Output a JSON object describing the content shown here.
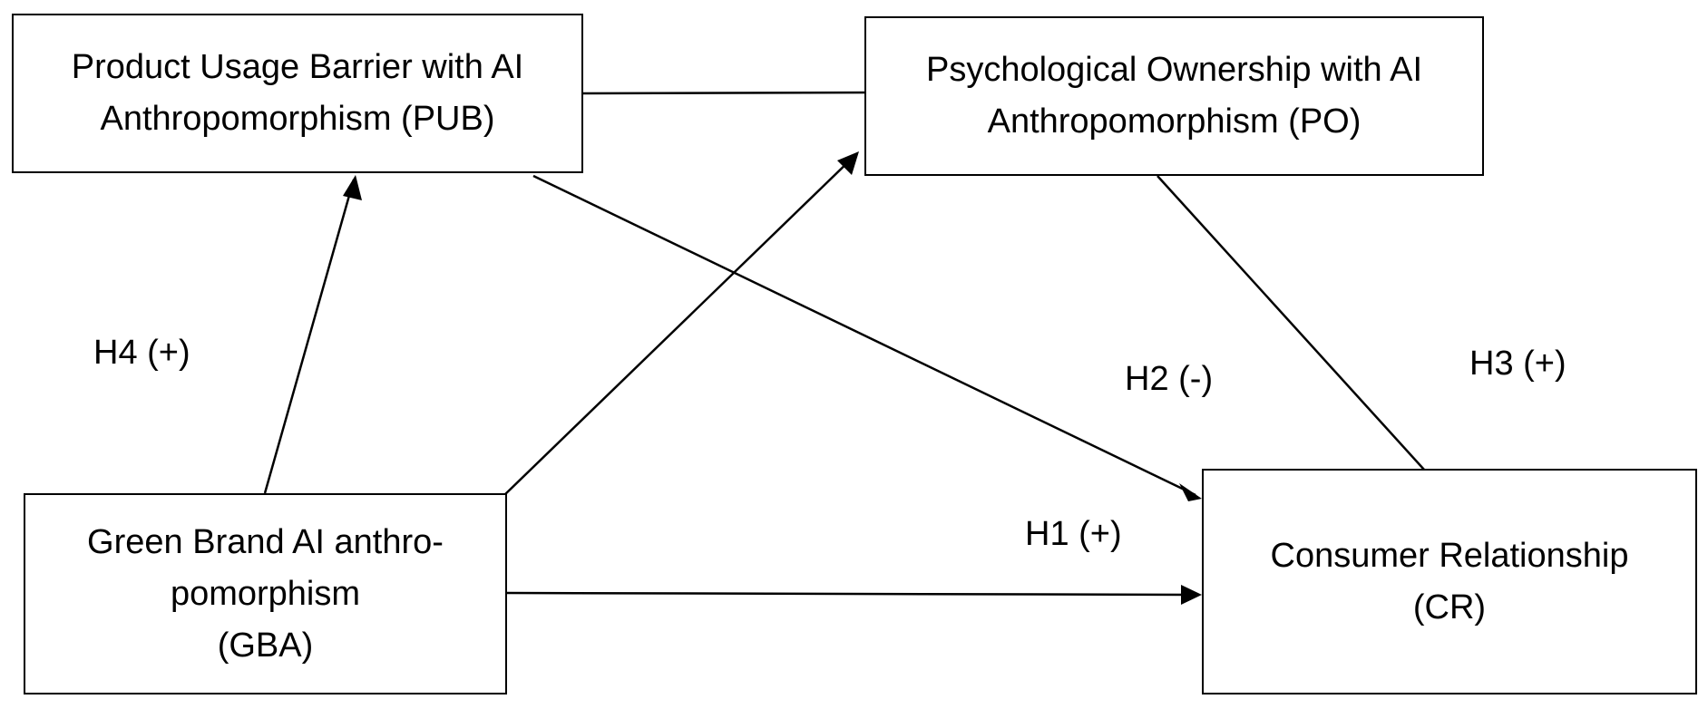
{
  "nodes": {
    "pub": {
      "lines": [
        "Product Usage Barrier with AI",
        "Anthropomorphism (PUB)"
      ]
    },
    "po": {
      "lines": [
        "Psychological Ownership with AI",
        "Anthropomorphism (PO)"
      ]
    },
    "gba": {
      "lines": [
        "Green Brand AI anthro-",
        "pomorphism",
        "(GBA)"
      ]
    },
    "cr": {
      "lines": [
        "Consumer Relationship",
        "(CR)"
      ]
    }
  },
  "edges": [
    {
      "from": "gba",
      "to": "pub",
      "label": "H4 (+)"
    },
    {
      "from": "pub",
      "to": "po",
      "label": ""
    },
    {
      "from": "gba",
      "to": "po",
      "label": ""
    },
    {
      "from": "pub",
      "to": "cr",
      "label": "H2 (-)"
    },
    {
      "from": "po",
      "to": "cr",
      "label": "H3 (+)"
    },
    {
      "from": "gba",
      "to": "cr",
      "label": "H1 (+)"
    }
  ],
  "labels": {
    "h1": "H1 (+)",
    "h2": "H2 (-)",
    "h3": "H3 (+)",
    "h4": "H4 (+)"
  }
}
